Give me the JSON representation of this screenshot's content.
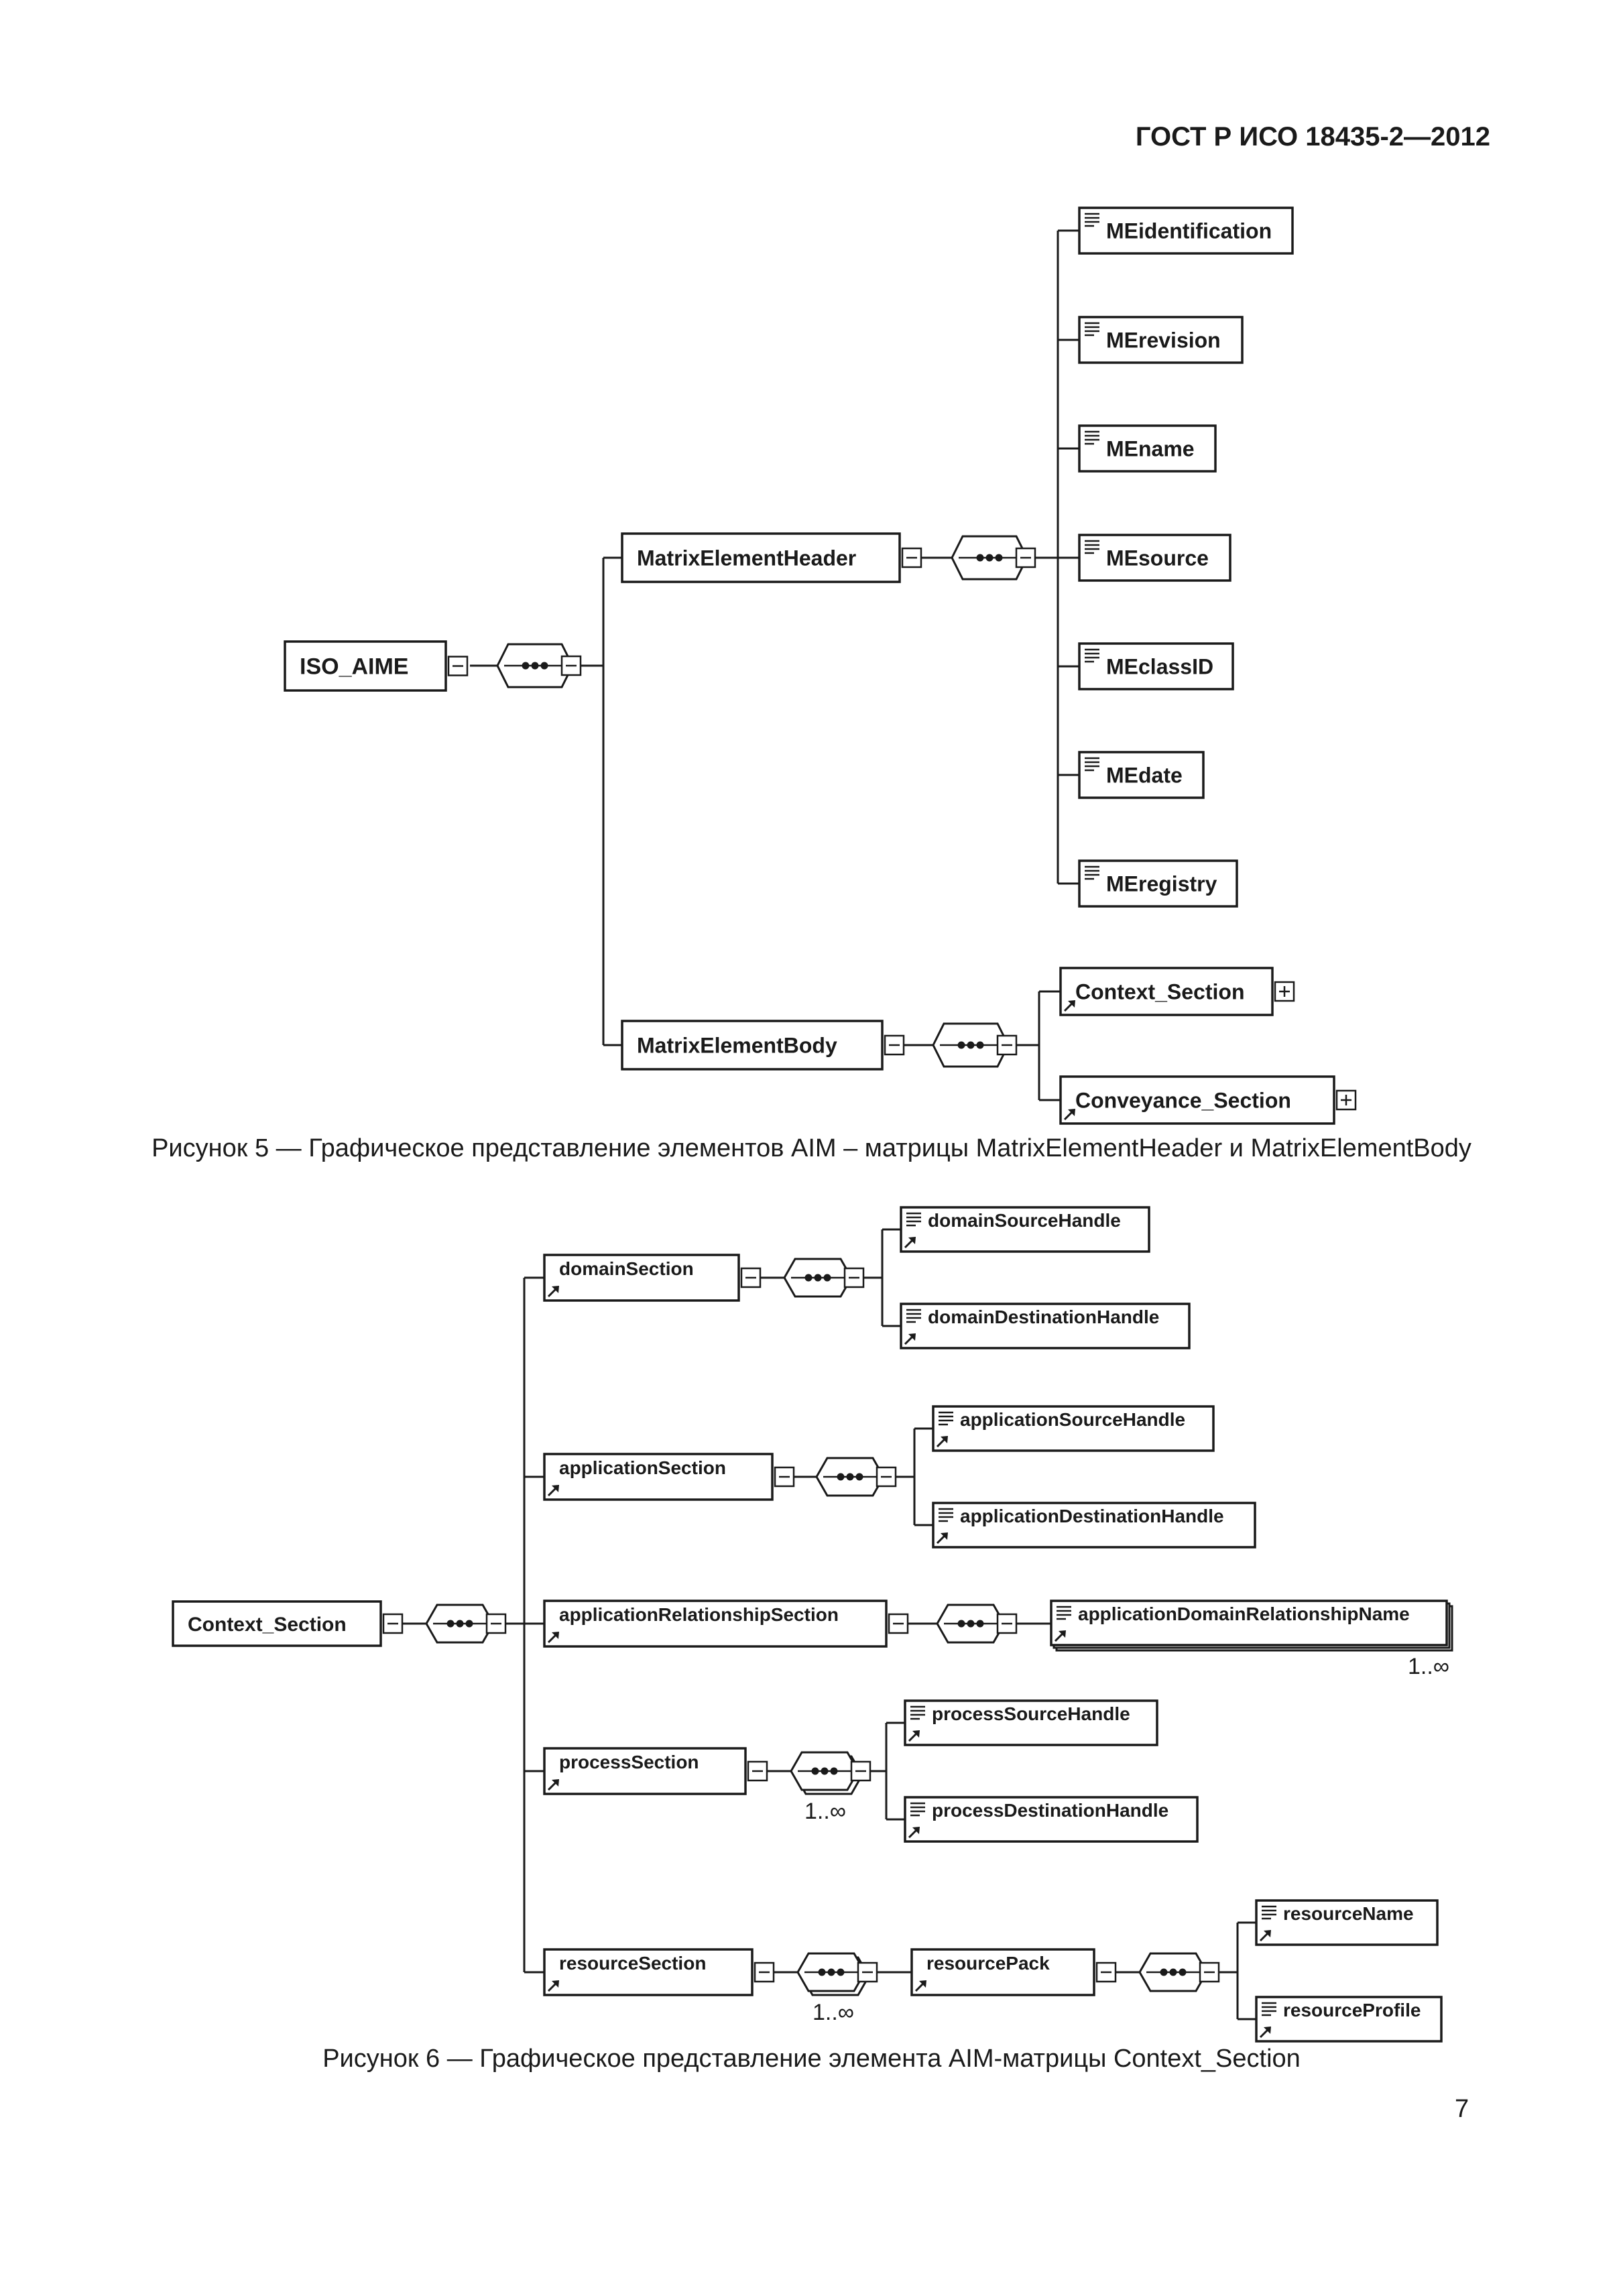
{
  "page_header": "ГОСТ Р ИСО 18435-2—2012",
  "page_number": "7",
  "figure5": {
    "caption": "Рисунок 5 — Графическое представление элементов AIM – матрицы MatrixElementHeader и MatrixElementBody",
    "root": "ISO_AIME",
    "header": "MatrixElementHeader",
    "header_children": [
      "MEidentification",
      "MErevision",
      "MEname",
      "MEsource",
      "MEclassID",
      "MEdate",
      "MEregistry"
    ],
    "body": "MatrixElementBody",
    "body_children": [
      "Context_Section",
      "Conveyance_Section"
    ]
  },
  "figure6": {
    "caption": "Рисунок 6 — Графическое представление элемента AIM-матрицы Context_Section",
    "root": "Context_Section",
    "sections": {
      "domain": "domainSection",
      "application": "applicationSection",
      "relationship": "applicationRelationshipSection",
      "process": "processSection",
      "resource": "resourceSection"
    },
    "domain_children": [
      "domainSourceHandle",
      "domainDestinationHandle"
    ],
    "application_children": [
      "applicationSourceHandle",
      "applicationDestinationHandle"
    ],
    "relationship_child": "applicationDomainRelationshipName",
    "process_children": [
      "processSourceHandle",
      "processDestinationHandle"
    ],
    "resource_pack": "resourcePack",
    "resource_pack_children": [
      "resourceName",
      "resourceProfile"
    ],
    "multiplicity": "1..∞"
  }
}
